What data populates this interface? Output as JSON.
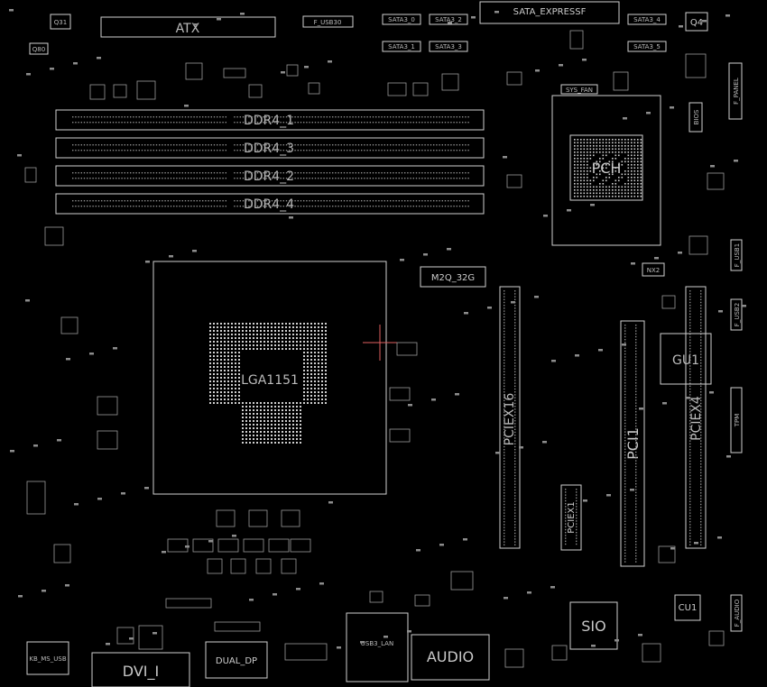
{
  "colors": {
    "background": "#000000",
    "outline": "#cfcfcf",
    "marker": "#e06060",
    "accent": "#2ecc71"
  },
  "components": {
    "atx": "ATX",
    "sata_express": "SATA_EXPRESSF",
    "sata_labels": [
      "SATA3_0",
      "SATA3_2",
      "SATA3_4",
      "SATA3_1",
      "SATA3_3",
      "SATA3_5"
    ],
    "f_usb30": "F_USB30",
    "q31": "Q31",
    "q80": "Q80",
    "q4": "Q4",
    "f_panel": "F_PANEL",
    "bios": "BIOS",
    "pch": "PCH",
    "sysfan": "SYS_FAN",
    "ddr": [
      "DDR4_1",
      "DDR4_3",
      "DDR4_2",
      "DDR4_4"
    ],
    "cpu_socket": "LGA1151",
    "m2": "M2Q_32G",
    "pciex16": "PCIEX16",
    "pciex1": "PCIEX1",
    "pci1": "PCI1",
    "pciex4": "PCIEX4",
    "gu1": "GU1",
    "sio": "SIO",
    "cu1": "CU1",
    "audio": "AUDIO",
    "usb_lan": "USB3_LAN",
    "dual_dp": "DUAL_DP",
    "dvi": "DVI_I",
    "kb_ms_usb": "KB_MS_USB",
    "f_usb1": "F_USB1",
    "f_usb2": "F_USB2",
    "tpm": "TPM",
    "nx2": "NX2",
    "f_audio": "F_AUDIO"
  }
}
